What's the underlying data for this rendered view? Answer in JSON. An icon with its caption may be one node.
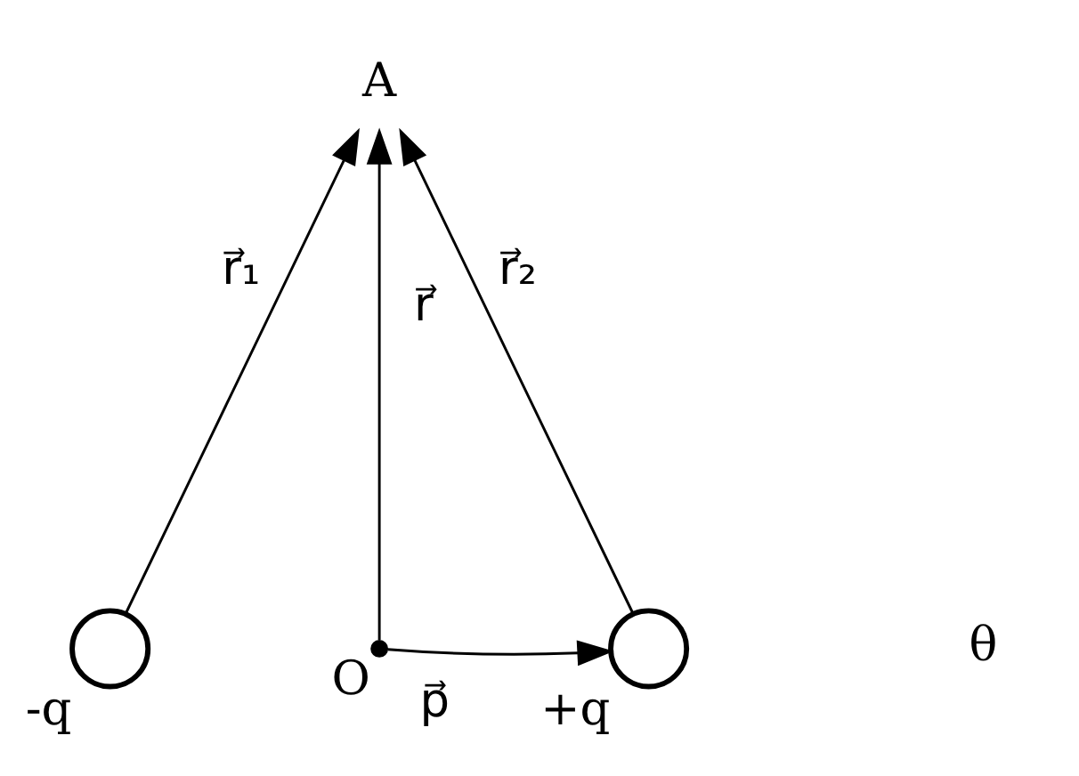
{
  "diagram": {
    "nodes": [
      {
        "text": [
          "A"
        ]
      },
      {
        "text": [],
        "shape": "circle",
        "beside": [
          "-q"
        ]
      },
      {
        "text": [],
        "shape": "point",
        "beside": [
          "O"
        ]
      },
      {
        "text": [],
        "shape": "circle",
        "beside": [
          "+q"
        ]
      }
    ],
    "edges": [
      {
        "from": 1,
        "to": 0,
        "arrow": "to",
        "label": "r⃗₁"
      },
      {
        "from": 2,
        "to": 0,
        "arrow": "to",
        "label": "r⃗"
      },
      {
        "from": 3,
        "to": 0,
        "arrow": "to",
        "label": "r⃗₂"
      },
      {
        "from": 2,
        "to": 3,
        "arrow": "to",
        "label": "p⃗"
      }
    ],
    "labels": [
      "θ"
    ]
  }
}
